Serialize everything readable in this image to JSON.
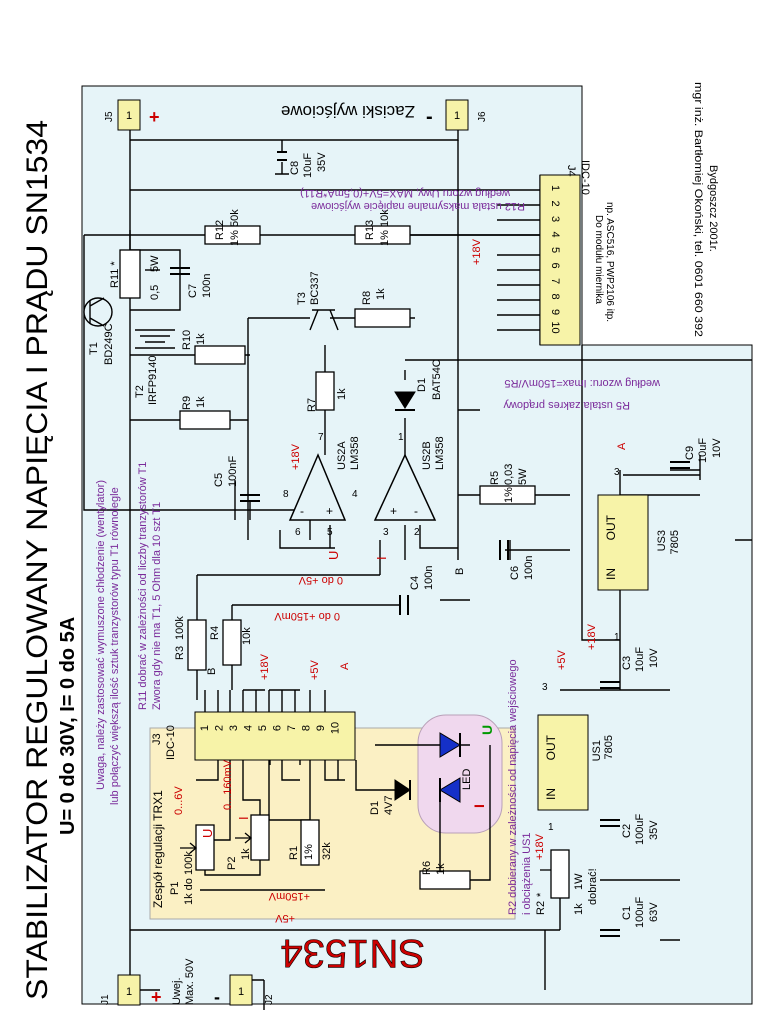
{
  "title": "STABILIZATOR REGULOWANY NAPIĘCIA I PRĄDU SN1534",
  "subtitle": "U= 0 do 30V,   I= 0 do 5A",
  "big_label": "SN1534",
  "colors": {
    "background": "#e6f4f8",
    "panel": "#fbf0c4",
    "wire": "#000000",
    "accent_red": "#cc0000",
    "accent_green": "#009900",
    "note_purple": "#7a2a9a",
    "connector_fill": "#f7f3a8",
    "led_panel": "#f0d8ee",
    "led_blue": "#1530c8"
  },
  "connectors": {
    "j1": {
      "ref": "J1",
      "pin": "1",
      "sign": "+",
      "note1": "Uwej.",
      "note2": "Max. 50V"
    },
    "j2": {
      "ref": "J2",
      "pin": "1"
    },
    "j5": {
      "ref": "J5",
      "pin": "1",
      "sign": "+"
    },
    "j6": {
      "ref": "J6",
      "pin": "1",
      "sign": "-"
    },
    "output_label": "Zaciski wyjściowe",
    "j3": {
      "ref": "J3",
      "type": "IDC-10",
      "pins": [
        "1",
        "2",
        "3",
        "4",
        "5",
        "6",
        "7",
        "8",
        "9",
        "10"
      ]
    },
    "j4": {
      "ref": "J4",
      "type": "IDC-10",
      "pins": [
        "1",
        "2",
        "3",
        "4",
        "5",
        "6",
        "7",
        "8",
        "9",
        "10"
      ],
      "note1": "Do modułu miernika",
      "note2": "np. ASC516, PWP2106 itp."
    }
  },
  "components": {
    "t1": {
      "ref": "T1",
      "value": "BD249C"
    },
    "t2": {
      "ref": "T2",
      "value": "IRFP9140"
    },
    "t3": {
      "ref": "T3",
      "value": "BC337"
    },
    "r1": {
      "ref": "R1",
      "v1": "1%",
      "v2": "32k"
    },
    "r2": {
      "ref": "R2",
      "star": "*",
      "v1": "1k",
      "v2": "1W",
      "note": "dobrać!"
    },
    "r3": {
      "ref": "R3",
      "value": "100k"
    },
    "r4": {
      "ref": "R4",
      "value": "10k"
    },
    "r5": {
      "ref": "R5",
      "v1": "0,03",
      "v2": "5W",
      "pct": "1%"
    },
    "r6": {
      "ref": "R6",
      "value": "1k"
    },
    "r7": {
      "ref": "R7",
      "value": "1k"
    },
    "r8": {
      "ref": "R8",
      "value": "1k"
    },
    "r9": {
      "ref": "R9",
      "value": "1k"
    },
    "r10": {
      "ref": "R10",
      "value": "1k"
    },
    "r11": {
      "ref": "R11",
      "star": "*",
      "v1": "0,5",
      "v2": "5W"
    },
    "r12": {
      "ref": "R12",
      "value": "50k",
      "pct": "1%"
    },
    "r13": {
      "ref": "R13",
      "value": "10k",
      "pct": "1%"
    },
    "c1": {
      "ref": "C1",
      "v1": "100uF",
      "v2": "63V"
    },
    "c2": {
      "ref": "C2",
      "v1": "100uF",
      "v2": "35V"
    },
    "c3": {
      "ref": "C3",
      "v1": "10uF",
      "v2": "10V"
    },
    "c4": {
      "ref": "C4",
      "value": "100n"
    },
    "c5": {
      "ref": "C5",
      "value": "100nF"
    },
    "c6": {
      "ref": "C6",
      "value": "100n"
    },
    "c7": {
      "ref": "C7",
      "value": "100n"
    },
    "c8": {
      "ref": "C8",
      "v1": "10uF",
      "v2": "35V"
    },
    "c9": {
      "ref": "C9",
      "v1": "10uF",
      "v2": "10V"
    },
    "d1a": {
      "ref": "D1",
      "value": "4V7"
    },
    "d1b": {
      "ref": "D1",
      "value": "BAT54C"
    },
    "led": {
      "label": "LED",
      "u": "U",
      "i": "I"
    },
    "us1": {
      "ref": "US1",
      "value": "7805",
      "in": "IN",
      "out": "OUT"
    },
    "us3": {
      "ref": "US3",
      "value": "7805",
      "in": "IN",
      "out": "OUT"
    },
    "us2a": {
      "ref": "US2A",
      "value": "LM358"
    },
    "us2b": {
      "ref": "US2B",
      "value": "LM358"
    },
    "p1": {
      "ref": "P1",
      "value": "1k do 100k",
      "sym": "U"
    },
    "p2": {
      "ref": "P2",
      "value": "1k",
      "sym": "I"
    }
  },
  "nets": {
    "plus18": "+18V",
    "plus5": "+5V",
    "a": "A",
    "b": "B",
    "u": "U",
    "i": "I",
    "v0_5": "0 do +5V",
    "v0_150": "0 do +150mV",
    "v0_6": "0...6V",
    "v0_160": "0...160mV",
    "p150mv": "+150mV",
    "p5v": "+5V"
  },
  "notes": {
    "panel_title": "Zespół regulacji TRX1",
    "cooling1": "Uwaga, należy zastosować wymuszone chłodzenie (wentylator)",
    "cooling2": "lub połączyć większą ilość sztuk tranzystorów typu T1 równolegle",
    "r11_1": "R11 dobrać w zależności od liczby tranzystorów T1",
    "r11_2": "Zwora gdy nie ma T1, 5 Ohm dla 10 szt T1",
    "r2_1": "R2 dobierany w zależności od napięcia wejściowego",
    "r2_2": "i obciążenia US1",
    "r12_1": "R12 ustala maksymalne napięcie wyjściowe",
    "r12_2": "według wzoru Uwy, MAX=5V+(0,5mA*R11)",
    "r5_1": "R5 ustala  zakres prądowy",
    "r5_2": "według wzoru: Imax=150mV/R5",
    "author1": "mgr inż. Bartłomiej Okoński, tel. 0601 660 392",
    "author2": "Bydgoszcz 2001r."
  }
}
